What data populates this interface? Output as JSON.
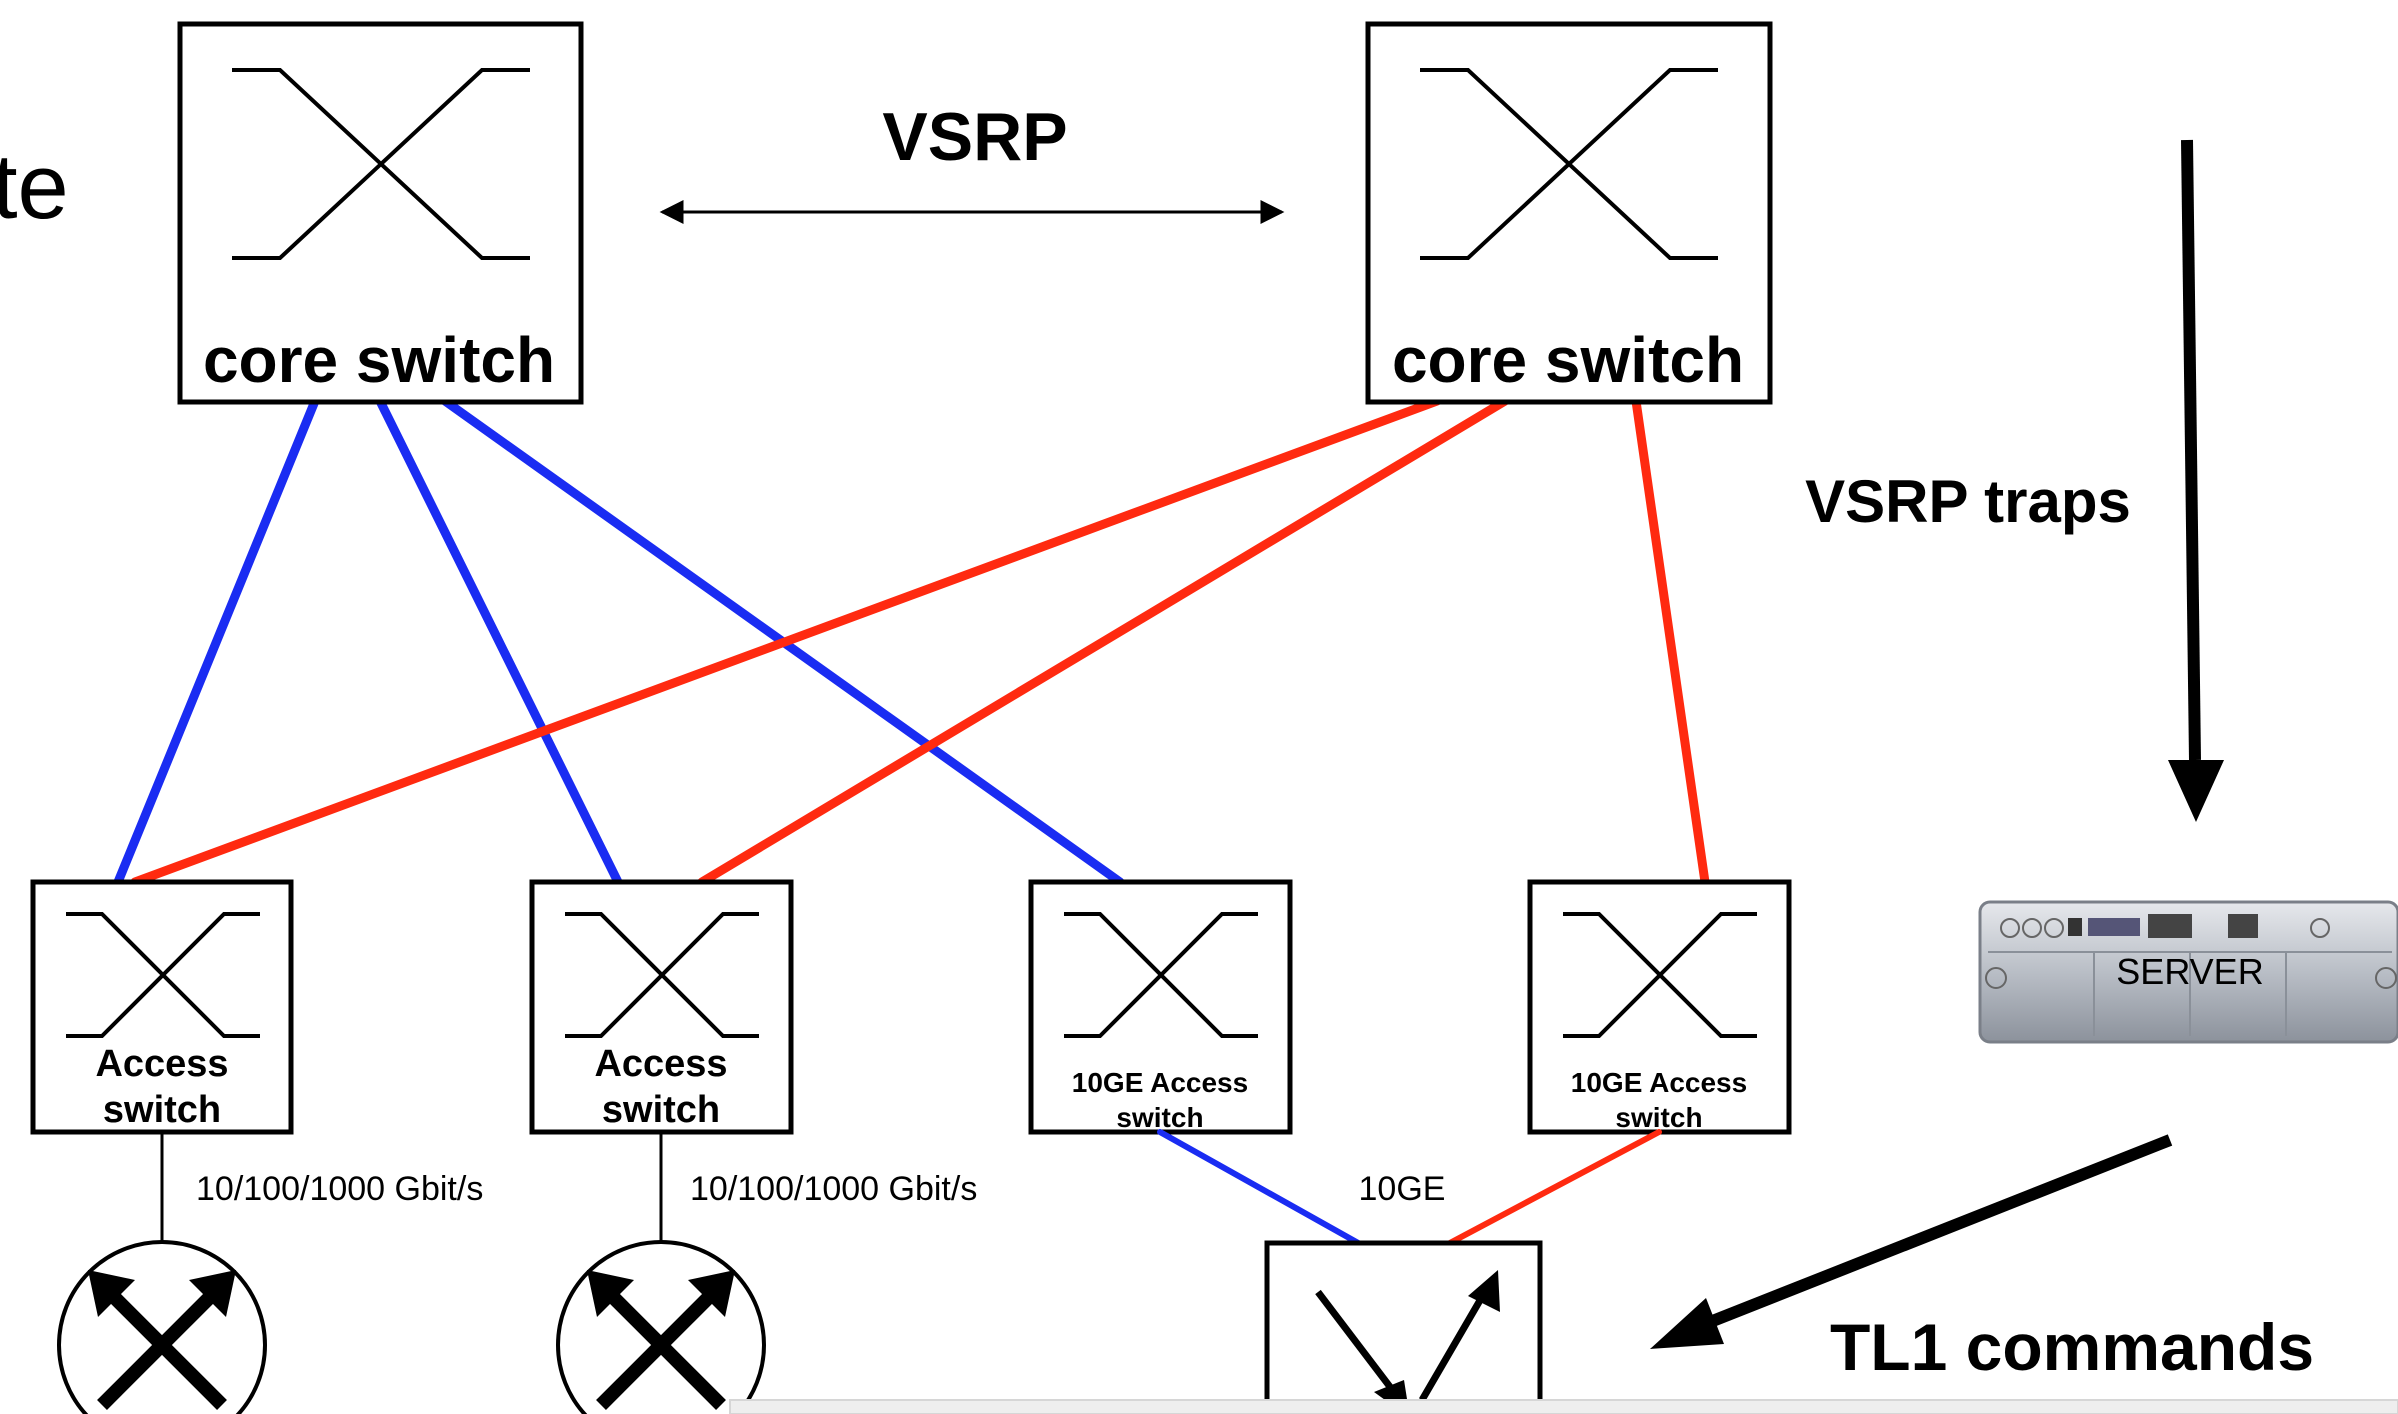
{
  "partial_text": "te",
  "core_switches": [
    {
      "label": "core switch"
    },
    {
      "label": "core switch"
    }
  ],
  "link_label": "VSRP",
  "access_switches": [
    {
      "label_line1": "Access",
      "label_line2": "switch"
    },
    {
      "label_line1": "Access",
      "label_line2": "switch"
    },
    {
      "label_line1": "10GE Access",
      "label_line2": "switch"
    },
    {
      "label_line1": "10GE Access",
      "label_line2": "switch"
    }
  ],
  "speed_labels": [
    "10/100/1000 Gbit/s",
    "10/100/1000 Gbit/s"
  ],
  "tengig_label": "10GE",
  "traps_label": "VSRP traps",
  "server_label": "SERVER",
  "commands_label": "TL1 commands",
  "colors": {
    "blue": "#1a2cf2",
    "red": "#ff2a10",
    "black": "#000000"
  },
  "icons": [
    "switch-x-icon",
    "router-icon",
    "optical-switch-icon",
    "server-icon"
  ]
}
